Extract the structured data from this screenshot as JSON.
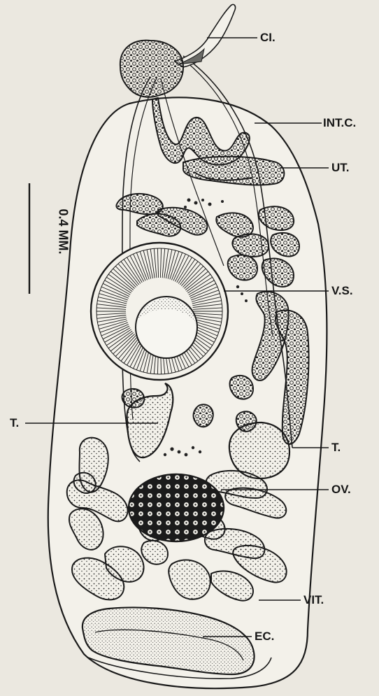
{
  "figure": {
    "scale_bar_label": "0.4 MM.",
    "labels": {
      "cirrus": "CI.",
      "intestinal_caecum": "INT.C.",
      "uterus": "UT.",
      "ventral_sucker": "V.S.",
      "testis_left": "T.",
      "testis_right": "T.",
      "ovary": "OV.",
      "vitellaria": "VIT.",
      "excretory_canal": "EC."
    }
  }
}
